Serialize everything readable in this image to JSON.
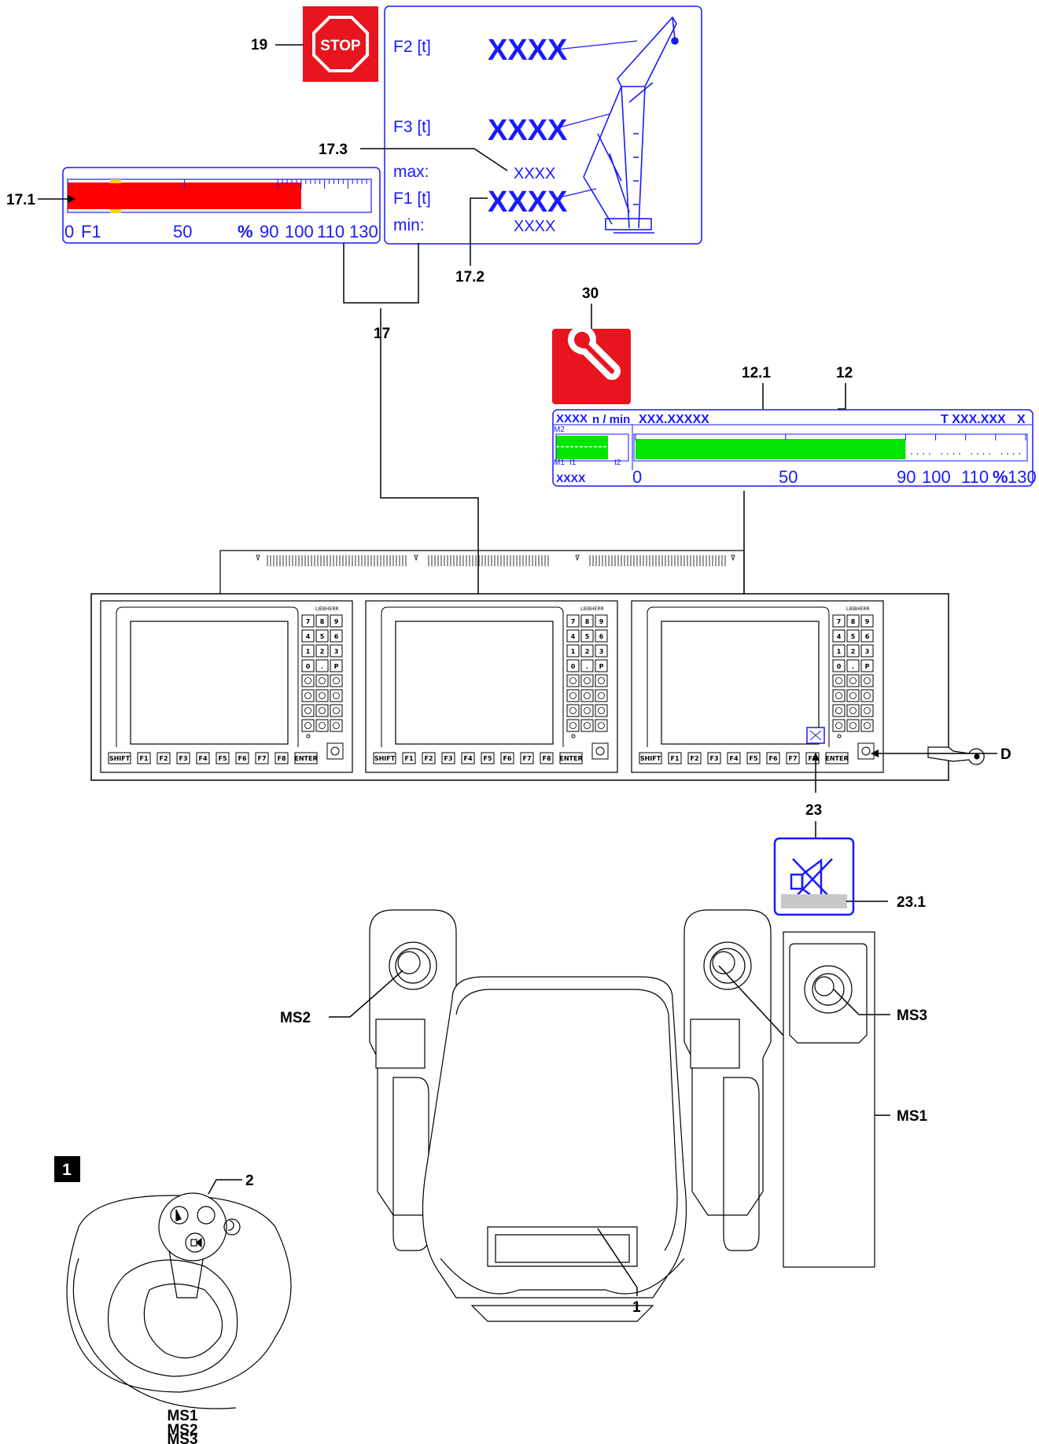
{
  "callouts": {
    "c19": "19",
    "c17_1": "17.1",
    "c17_3": "17.3",
    "c17_2": "17.2",
    "c17": "17",
    "c30": "30",
    "c12_1": "12.1",
    "c12": "12",
    "c23": "23",
    "c23_1": "23.1",
    "cD": "D",
    "cMS1": "MS1",
    "cMS2": "MS2",
    "cMS3": "MS3",
    "c1": "1",
    "c2": "2",
    "fig_num": "1",
    "bottom_ms1": "MS1",
    "bottom_ms2": "MS2",
    "bottom_ms3": "MS3"
  },
  "stop_sign": {
    "text": "STOP",
    "color": "#e8141e"
  },
  "load_display": {
    "f2_label": "F2 [t]",
    "f2_value": "XXXX",
    "f3_label": "F3 [t]",
    "f3_value": "XXXX",
    "max_label": "max:",
    "max_value": "XXXX",
    "f1_label": "F1 [t]",
    "f1_value": "XXXX",
    "min_label": "min:",
    "min_value": "XXXX"
  },
  "load_bar": {
    "fill_percent": 100,
    "fill_color": "#ff0000",
    "scale": {
      "t0": "0",
      "f1": "F1",
      "t50": "50",
      "pct": "%",
      "t90": "90",
      "t100": "100",
      "t110": "110",
      "t130": "130"
    }
  },
  "engine_display": {
    "rpm_value": "XXXX",
    "rpm_unit": "n / min",
    "model": "XXX.XXXXX",
    "right_value": "T XXX.XXX",
    "right_x": "X",
    "m2": "M2",
    "m1": "M1",
    "i1": "I1",
    "i2": "I2",
    "bottom_value": "XXXX",
    "fill_percent": 90,
    "fill_color": "#00e600",
    "scale": {
      "t0": "0",
      "t50": "50",
      "t90": "90",
      "t100": "100",
      "t110": "110",
      "pct": "%",
      "t130": "130"
    }
  },
  "console": {
    "brand": "LIEBHERR",
    "keypad": [
      "7",
      "8",
      "9",
      "4",
      "5",
      "6",
      "1",
      "2",
      "3",
      "0",
      ".",
      "P"
    ],
    "fkeys": [
      "SHIFT",
      "F1",
      "F2",
      "F3",
      "F4",
      "F5",
      "F6",
      "F7",
      "F8",
      "ENTER"
    ]
  },
  "wrench_icon": {
    "color": "#e8141e"
  },
  "mute_icon": {
    "color": "#1a1aff"
  }
}
